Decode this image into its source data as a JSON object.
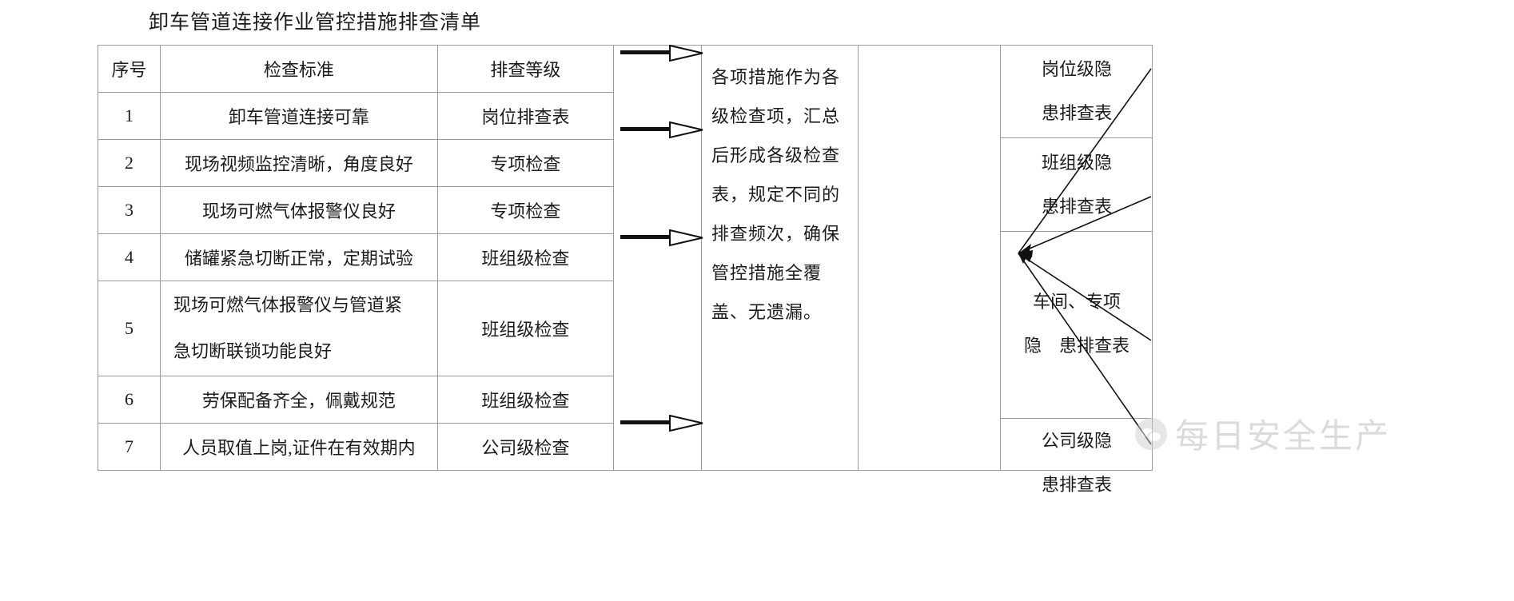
{
  "document": {
    "title": "卸车管道连接作业管控措施排查清单"
  },
  "table": {
    "headers": [
      "序号",
      "检查标准",
      "排查等级"
    ],
    "rows": [
      {
        "no": "1",
        "standard": "卸车管道连接可靠",
        "standard_line2": "",
        "grade": "岗位排查表"
      },
      {
        "no": "2",
        "standard": "现场视频监控清晰，角度良好",
        "standard_line2": "",
        "grade": "专项检查"
      },
      {
        "no": "3",
        "standard": "现场可燃气体报警仪良好",
        "standard_line2": "",
        "grade": "专项检查"
      },
      {
        "no": "4",
        "standard": "储罐紧急切断正常，定期试验",
        "standard_line2": "",
        "grade": "班组级检查"
      },
      {
        "no": "5",
        "standard": "现场可燃气体报警仪与管道紧",
        "standard_line2": "急切断联锁功能良好",
        "grade": "班组级检查"
      },
      {
        "no": "6",
        "standard": "劳保配备齐全，佩戴规范",
        "standard_line2": "",
        "grade": "班组级检查"
      },
      {
        "no": "7",
        "standard": "人员取值上岗,证件在有效期内",
        "standard_line2": "",
        "grade": "公司级检查"
      }
    ]
  },
  "arrows": {
    "icon": "arrow-right-outline",
    "count": 4
  },
  "middle": {
    "paragraph": "各项措施作为各级检查项，汇总后形成各级检查表，规定不同的排查频次，确保管控措施全覆盖、无遗漏。"
  },
  "outputs": {
    "items": [
      {
        "line1": "岗位级隐",
        "line2": "患排查表"
      },
      {
        "line1": "班组级隐",
        "line2": "患排查表"
      },
      {
        "line1": "车间、专项",
        "line2": "隐　患排查表"
      },
      {
        "line1": "公司级隐",
        "line2": "患排查表"
      }
    ]
  },
  "watermark": {
    "icon": "wechat-icon",
    "text": "每日安全生产"
  },
  "colors": {
    "border": "#9b9b9b",
    "text": "#1c1c1c",
    "watermark": "#b9b9b9"
  }
}
